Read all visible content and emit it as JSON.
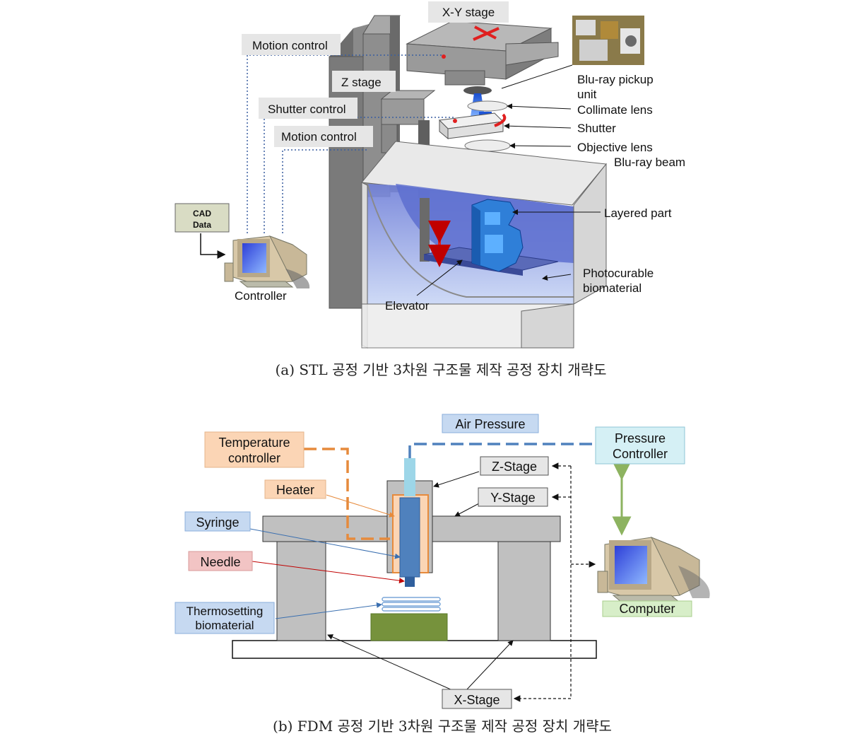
{
  "figure_a": {
    "labels": {
      "xy_stage": "X-Y stage",
      "motion_control_top": "Motion control",
      "z_stage": "Z stage",
      "shutter_control": "Shutter control",
      "motion_control_mid": "Motion control",
      "cad_data_line1": "CAD",
      "cad_data_line2": "Data",
      "controller": "Controller",
      "bluray_pickup_line1": "Blu-ray pickup",
      "bluray_pickup_line2": "unit",
      "collimate_lens": "Collimate lens",
      "shutter": "Shutter",
      "objective_lens": "Objective lens",
      "bluray_beam": "Blu-ray beam",
      "layered_part": "Layered part",
      "photocurable_line1": "Photocurable",
      "photocurable_line2": "biomaterial",
      "elevator": "Elevator"
    },
    "caption": "(a) STL 공정 기반 3차원 구조물 제작 공정 장치 개략도"
  },
  "figure_b": {
    "labels": {
      "air_pressure": "Air Pressure",
      "pressure_controller_line1": "Pressure",
      "pressure_controller_line2": "Controller",
      "temperature_controller_line1": "Temperature",
      "temperature_controller_line2": "controller",
      "heater": "Heater",
      "syringe": "Syringe",
      "needle": "Needle",
      "thermosetting_line1": "Thermosetting",
      "thermosetting_line2": "biomaterial",
      "z_stage": "Z-Stage",
      "y_stage": "Y-Stage",
      "x_stage": "X-Stage",
      "computer": "Computer"
    },
    "caption": "(b) FDM 공정 기반 3차원 구조물 제작 공정 장치 개략도"
  },
  "colors": {
    "label_gray": "#e6e6e6",
    "orange_fill": "#fbd5b5",
    "orange_stroke": "#e68a3c",
    "blue_fill": "#c6d9f1",
    "blue_stroke": "#4f81bd",
    "red_fill": "#f2c4c4",
    "cyan_fill": "#d5f0f5",
    "green_fill": "#d7eec8",
    "green_stage": "#76923c",
    "frame_gray": "#c0c0c0"
  }
}
